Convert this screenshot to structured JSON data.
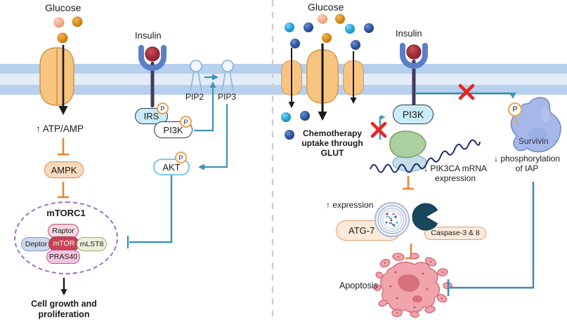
{
  "left": {
    "glucose": "Glucose",
    "atp_amp": "↑ ATP/AMP",
    "ampk": "AMPK",
    "insulin": "Insulin",
    "irs": "IRS",
    "pi3k": "PI3K",
    "pip2": "PIP2",
    "pip3": "PIP3",
    "akt": "AKT",
    "phospho_badge": "P",
    "mtorc1_title": "mTORC1",
    "raptor": "Raptor",
    "mtor": "mTOR",
    "deptor": "Deptor",
    "mlst8": "mLST8",
    "pras40": "PRAS40",
    "cell_growth_line1": "Cell growth and",
    "cell_growth_line2": "proliferation"
  },
  "right": {
    "glucose": "Glucose",
    "chemo_line1": "Chemotherapy",
    "chemo_line2": "uptake through",
    "chemo_line3": "GLUT",
    "insulin": "Insulin",
    "pi3k": "PI3K",
    "pik3ca_line1": "↓ PIK3CA mRNA",
    "pik3ca_line2": "expression",
    "expression_up": "↑ expression",
    "atg7": "ATG-7",
    "caspase": "Caspase-3 & 8",
    "apoptosis": "Apoptosis",
    "survivin": "Survivin",
    "phospho_badge": "P",
    "phospho_line1": "↓ phosphorylation",
    "phospho_line2": "of IAP"
  },
  "colors": {
    "membrane_band": "#b6d0ee",
    "membrane_core": "#e3edf9",
    "transporter_fill": "#f7c580",
    "receptor_blue": "#5b7fc7",
    "insulin_ball": "#a32a38",
    "teal_arrow": "#3e93b8",
    "orange_inhibitor": "#e8872e",
    "blue_inhibitor": "#3d88bb",
    "red_x": "#e8251f",
    "mtorc1_dashed_purple": "#9b6fc7"
  }
}
